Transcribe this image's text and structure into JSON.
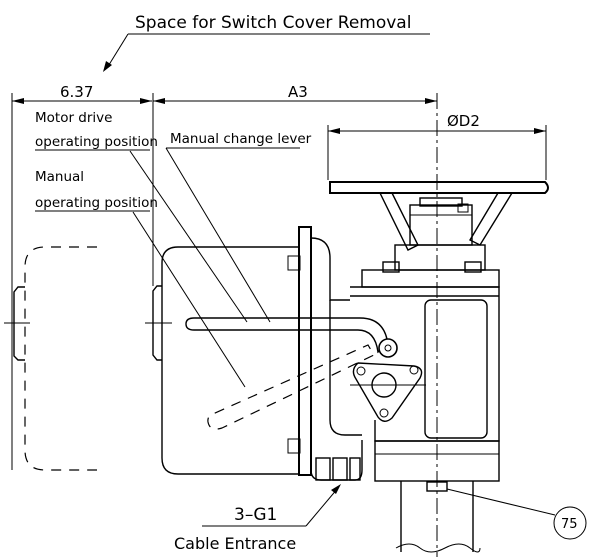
{
  "labels": {
    "space_note": "Space for Switch Cover Removal",
    "dim_637": "6.37",
    "dim_a3": "A3",
    "dim_d2": "ØD2",
    "motor_drive_line1": "Motor drive",
    "motor_drive_line2": "operating position",
    "manual_change_lever": "Manual change lever",
    "manual_line1": "Manual",
    "manual_line2": "operating position",
    "cable_count": "3–G1",
    "cable_entrance": "Cable Entrance",
    "balloon_75": "75"
  }
}
